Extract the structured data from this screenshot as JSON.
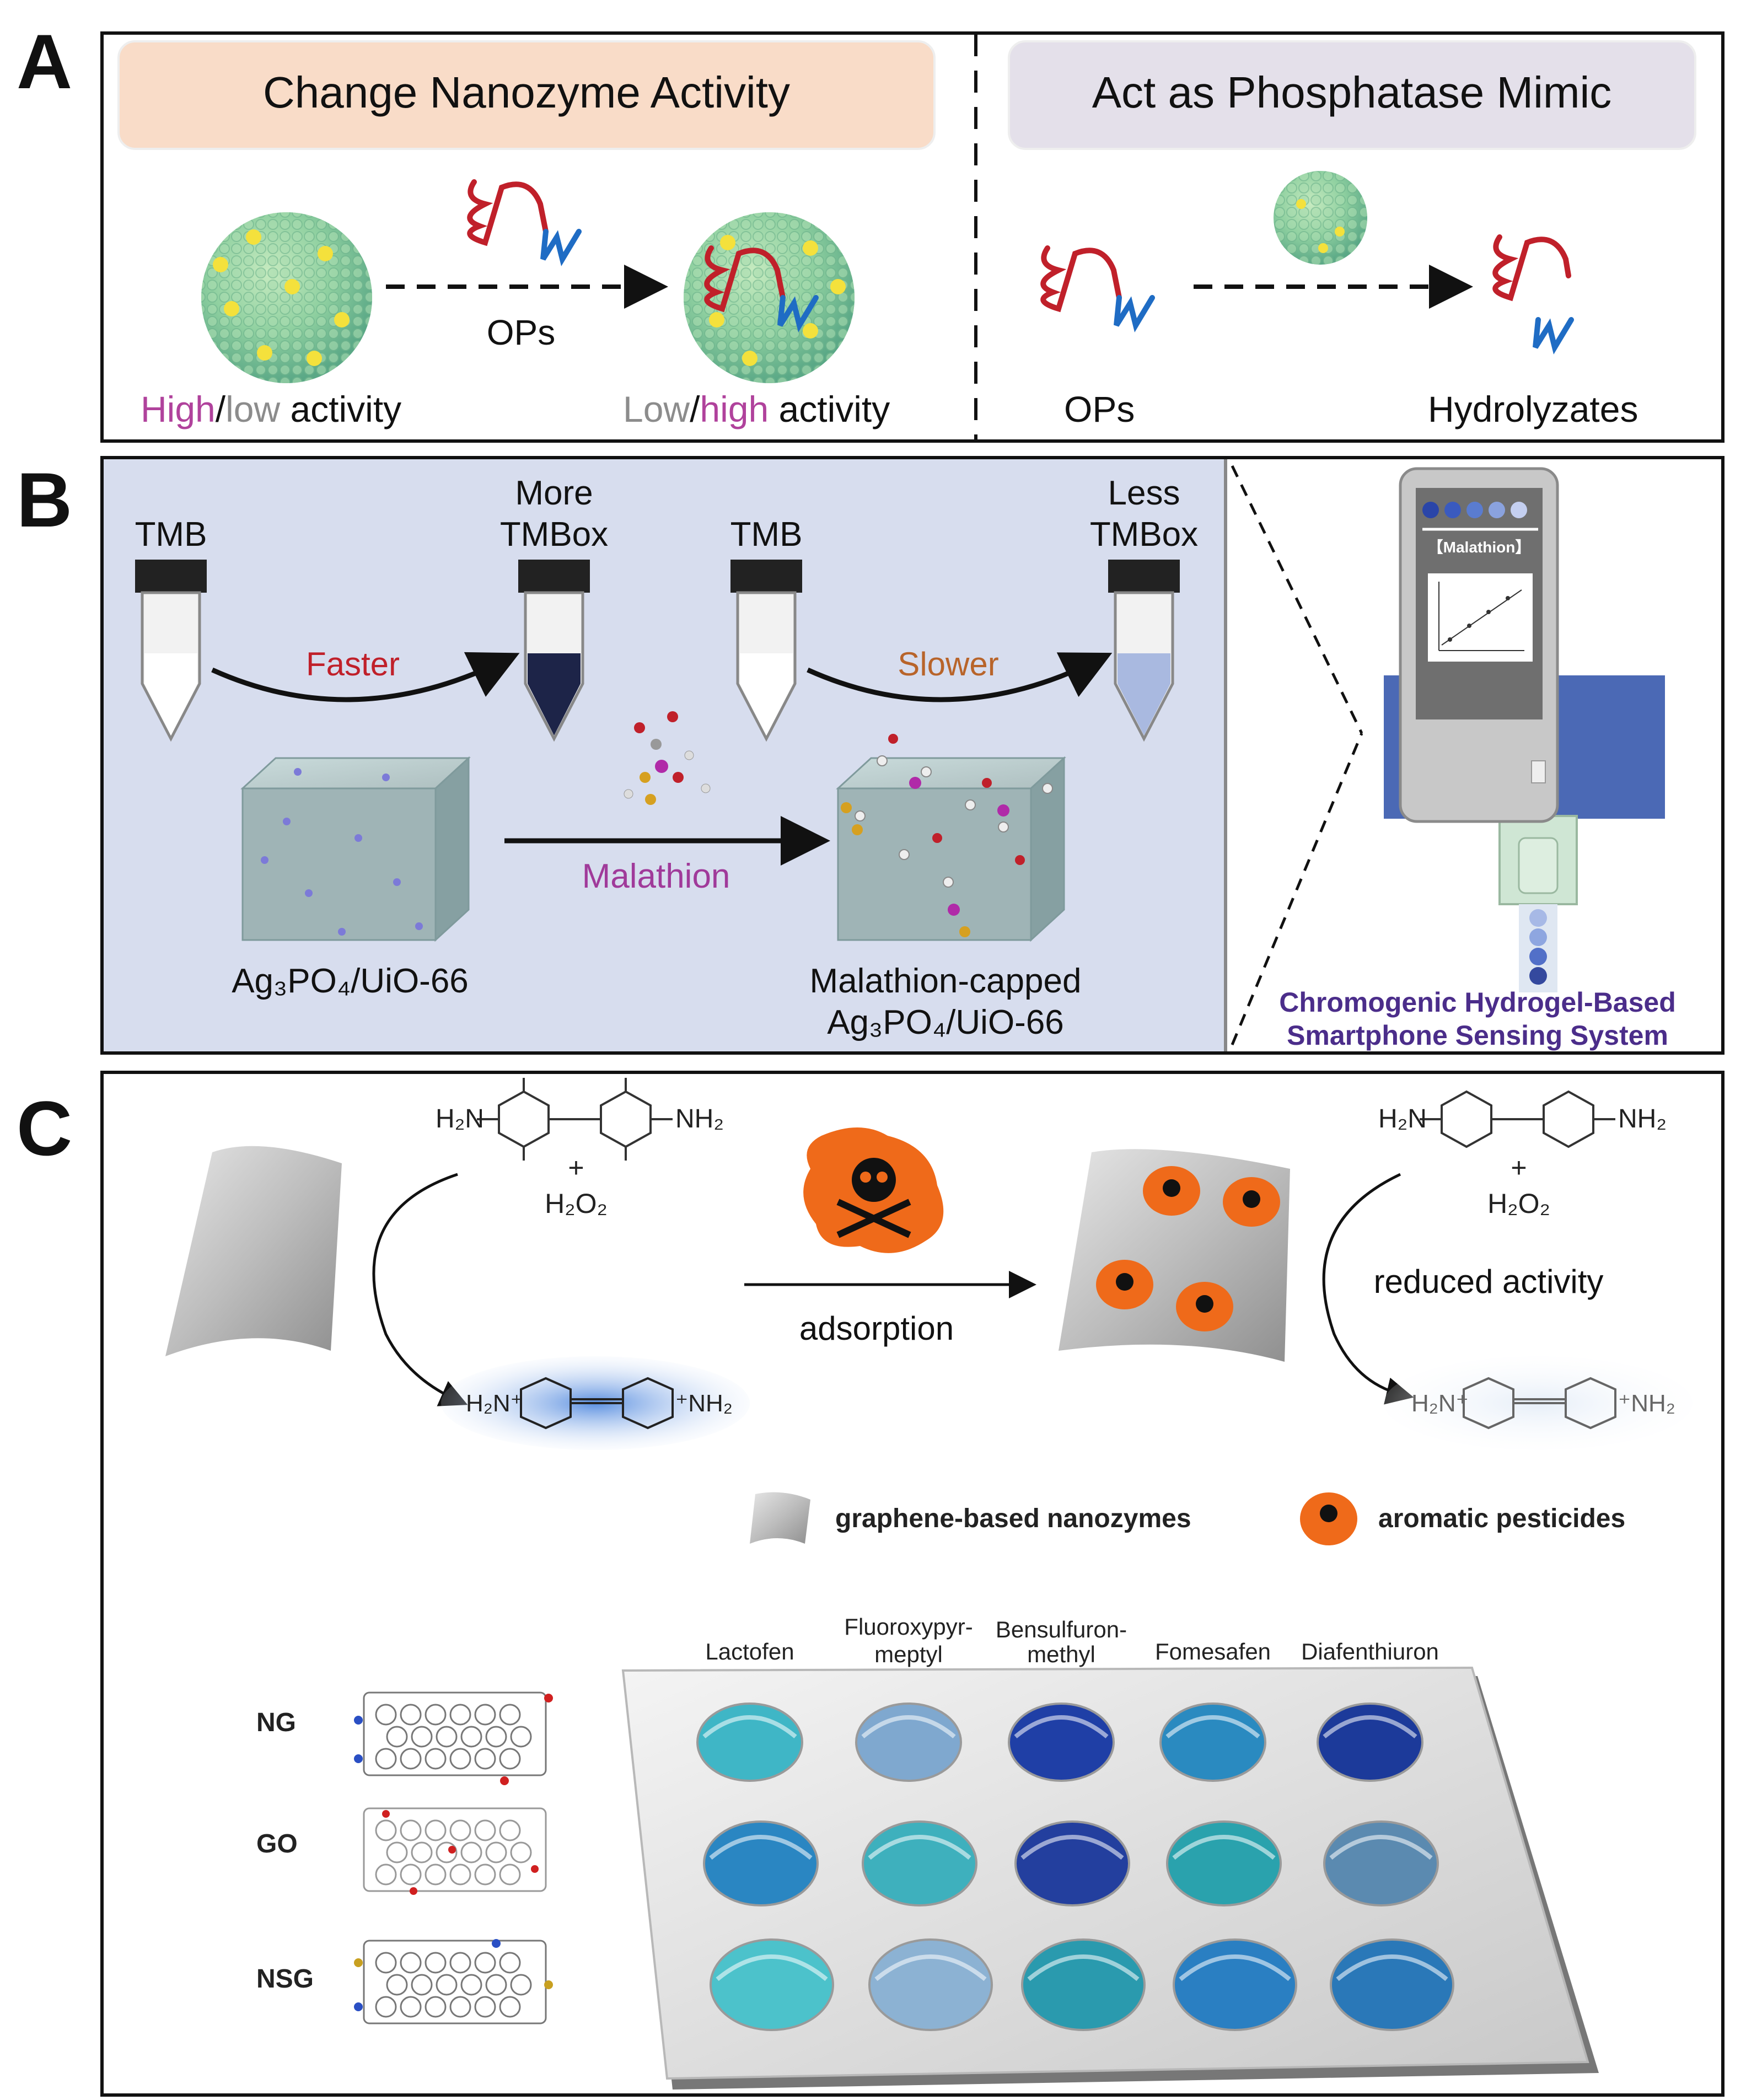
{
  "panel_a": {
    "letter": "A",
    "left_title": "Change Nanozyme Activity",
    "right_title": "Act as Phosphatase Mimic",
    "ops_arrow_label": "OPs",
    "left_caption": {
      "high": "High",
      "slash": "/",
      "low": "low",
      "rest": " activity"
    },
    "mid_caption": {
      "low": "Low",
      "slash": "/",
      "high": "high",
      "rest": " activity"
    },
    "ops_label": "OPs",
    "hydrolyzates_label": "Hydrolyzates"
  },
  "panel_b": {
    "letter": "B",
    "tmb_1": "TMB",
    "more_1": "More",
    "more_2": "TMBox",
    "tmb_2": "TMB",
    "less_1": "Less",
    "less_2": "TMBox",
    "faster": "Faster",
    "slower": "Slower",
    "malathion": "Malathion",
    "left_material": "Ag₃PO₄/UiO-66",
    "right_material_1": "Malathion-capped",
    "right_material_2": "Ag₃PO₄/UiO-66",
    "phone_header": "【Malathion】",
    "system_1": "Chromogenic Hydrogel-Based",
    "system_2": "Smartphone Sensing System"
  },
  "panel_c": {
    "letter": "C",
    "h2n_left": "H₂N",
    "nh2_left": "NH₂",
    "plus": "+",
    "h2o2": "H₂O₂",
    "adsorption": "adsorption",
    "reduced_activity": "reduced activity",
    "legend_graphene": "graphene-based nanozymes",
    "legend_pesticides": "aromatic pesticides",
    "columns": [
      "Lactofen",
      "Fluoroxypyr-",
      "meptyl",
      "Bensulfuron-",
      "methyl",
      "Fomesafen",
      "Diafenthiuron"
    ],
    "rows": [
      "NG",
      "GO",
      "NSG"
    ],
    "well_colors": [
      [
        "#3fb6c6",
        "#7fa8cf",
        "#1f3fa6",
        "#2a8ac0",
        "#1c3a9a"
      ],
      [
        "#2a86c2",
        "#3eb0bd",
        "#233f9e",
        "#2aa2ad",
        "#5b8ab0"
      ],
      [
        "#4cc2cb",
        "#8cb2d3",
        "#2a9aae",
        "#2a7fc2",
        "#2a78b8"
      ]
    ]
  }
}
